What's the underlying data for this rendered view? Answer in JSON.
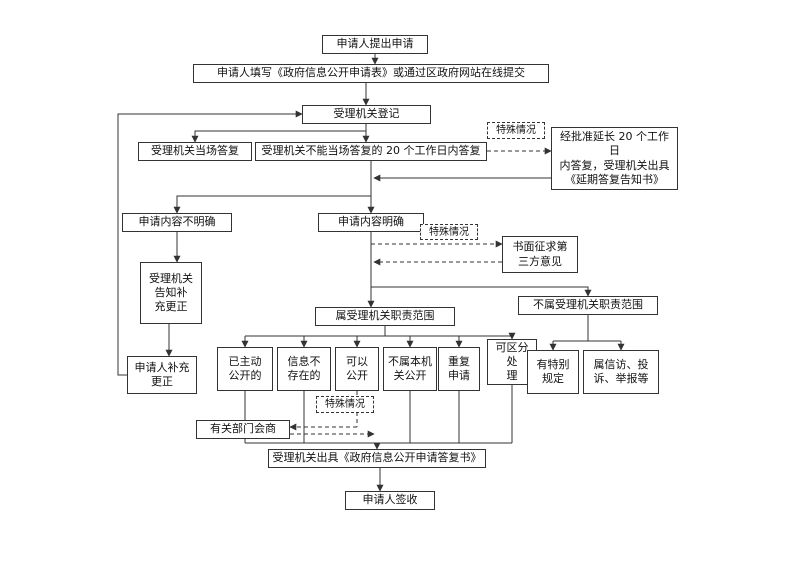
{
  "page": {
    "background_color": "#ffffff",
    "line_color": "#333333",
    "box_border_color": "#333333"
  },
  "flowchart": {
    "nodes": {
      "start": "申请人提出申请",
      "fill_form": "申请人填写《政府信息公开申请表》或通过区政府网站在线提交",
      "register": "受理机关登记",
      "special_case_1": "特殊情况",
      "onsite_reply": "受理机关当场答复",
      "reply_20days": "受理机关不能当场答复的 20 个工作日内答复",
      "extension": "经批准延长 20 个工作日\n内答复，受理机关出具\n《延期答复告知书》",
      "unclear": "申请内容不明确",
      "clear": "申请内容明确",
      "special_case_2": "特殊情况",
      "third_party": "书面征求第\n三方意见",
      "notify_supplement": "受理机关\n告知补\n充更正",
      "in_scope": "属受理机关职责范围",
      "out_scope": "不属受理机关职责范围",
      "applicant_supplement": "申请人补充\n更正",
      "already_public": "已主动\n公开的",
      "not_exist": "信息不\n存在的",
      "can_public": "可以\n公开",
      "not_this_org": "不属本机\n关公开",
      "repeat_apply": "重复\n申请",
      "separable": "可区分处\n理",
      "special_rule": "有特别\n规定",
      "petition": "属信访、投\n诉、举报等",
      "special_case_3": "特殊情况",
      "consult": "有关部门会商",
      "reply_doc": "受理机关出具《政府信息公开申请答复书》",
      "sign": "申请人签收"
    }
  }
}
